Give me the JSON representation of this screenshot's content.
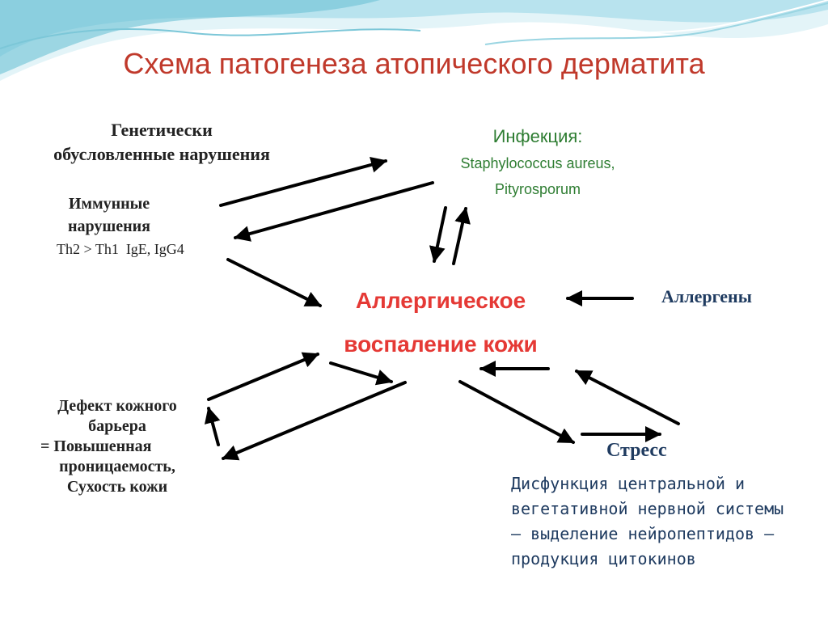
{
  "title": "Схема патогенеза атопического дерматита",
  "nodes": {
    "genetic": {
      "line1": "Генетически",
      "line2": "обусловленные нарушения"
    },
    "immune": {
      "line1": "Иммунные",
      "line2": "нарушения",
      "detail": "Th2 > Th1  IgE, IgG4"
    },
    "infection": {
      "label": "Инфекция:",
      "line1": "Staphylococcus aureus,",
      "line2": "Pityrosporum"
    },
    "center": {
      "line1": "Аллергическое",
      "line2": "воспаление кожи"
    },
    "allergens": {
      "label": "Аллергены"
    },
    "skin_barrier": {
      "line1": "Дефект кожного",
      "line2": "барьера",
      "line3": "= Повышенная",
      "line4": "проницаемость,",
      "line5": "Сухость кожи"
    },
    "stress": {
      "label": "Стресс",
      "desc": "Дисфункция центральной и вегетативной нервной системы – выделение нейропептидов –продукция цитокинов"
    }
  },
  "colors": {
    "title": "#c0392b",
    "center": "#e53935",
    "infection": "#2e7d32",
    "dark_text": "#222222",
    "navy_text": "#1f3b60",
    "arrow": "#000000",
    "wave_dark": "#3f9fb8",
    "wave_light": "#b8e3ee"
  }
}
